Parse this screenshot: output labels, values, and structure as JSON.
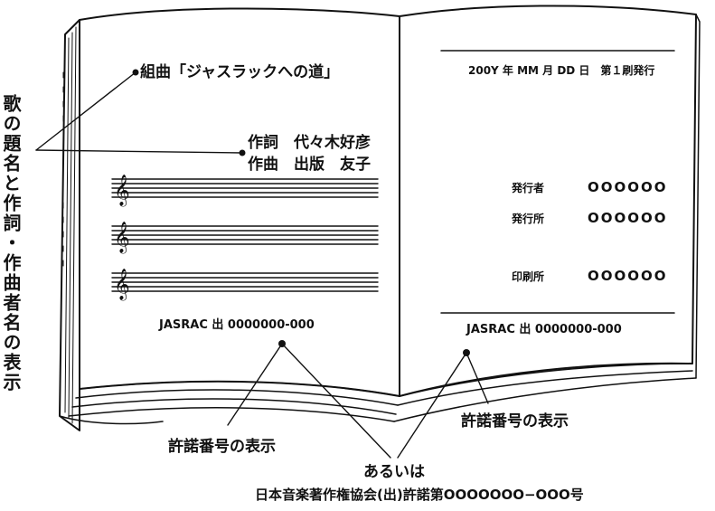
{
  "left_page": {
    "song_title": "組曲「ジャスラックへの道」",
    "lyricist_line": "作詞　代々木好彦",
    "composer_line": "作曲　出版　友子",
    "jasrac_number": "JASRAC 出 0000000-000"
  },
  "right_page": {
    "issue_date": "200Y 年 MM 月 DD 日　第１刷発行",
    "publisher_label": "発行者",
    "publisher_value": "OOOOOO",
    "publishing_house_label": "発行所",
    "publishing_house_value": "OOOOOO",
    "printer_label": "印刷所",
    "printer_value": "OOOOOO",
    "jasrac_number": "JASRAC 出 0000000-000"
  },
  "annotations": {
    "title_credit_note": "歌の題名と作詞・作曲者名の表示",
    "permit_number_left": "許諾番号の表示",
    "permit_number_right": "許諾番号の表示",
    "alternative_word": "あるいは",
    "alternative_text": "日本音楽著作権協会(出)許諾第OOOOOOO−OOO号"
  }
}
